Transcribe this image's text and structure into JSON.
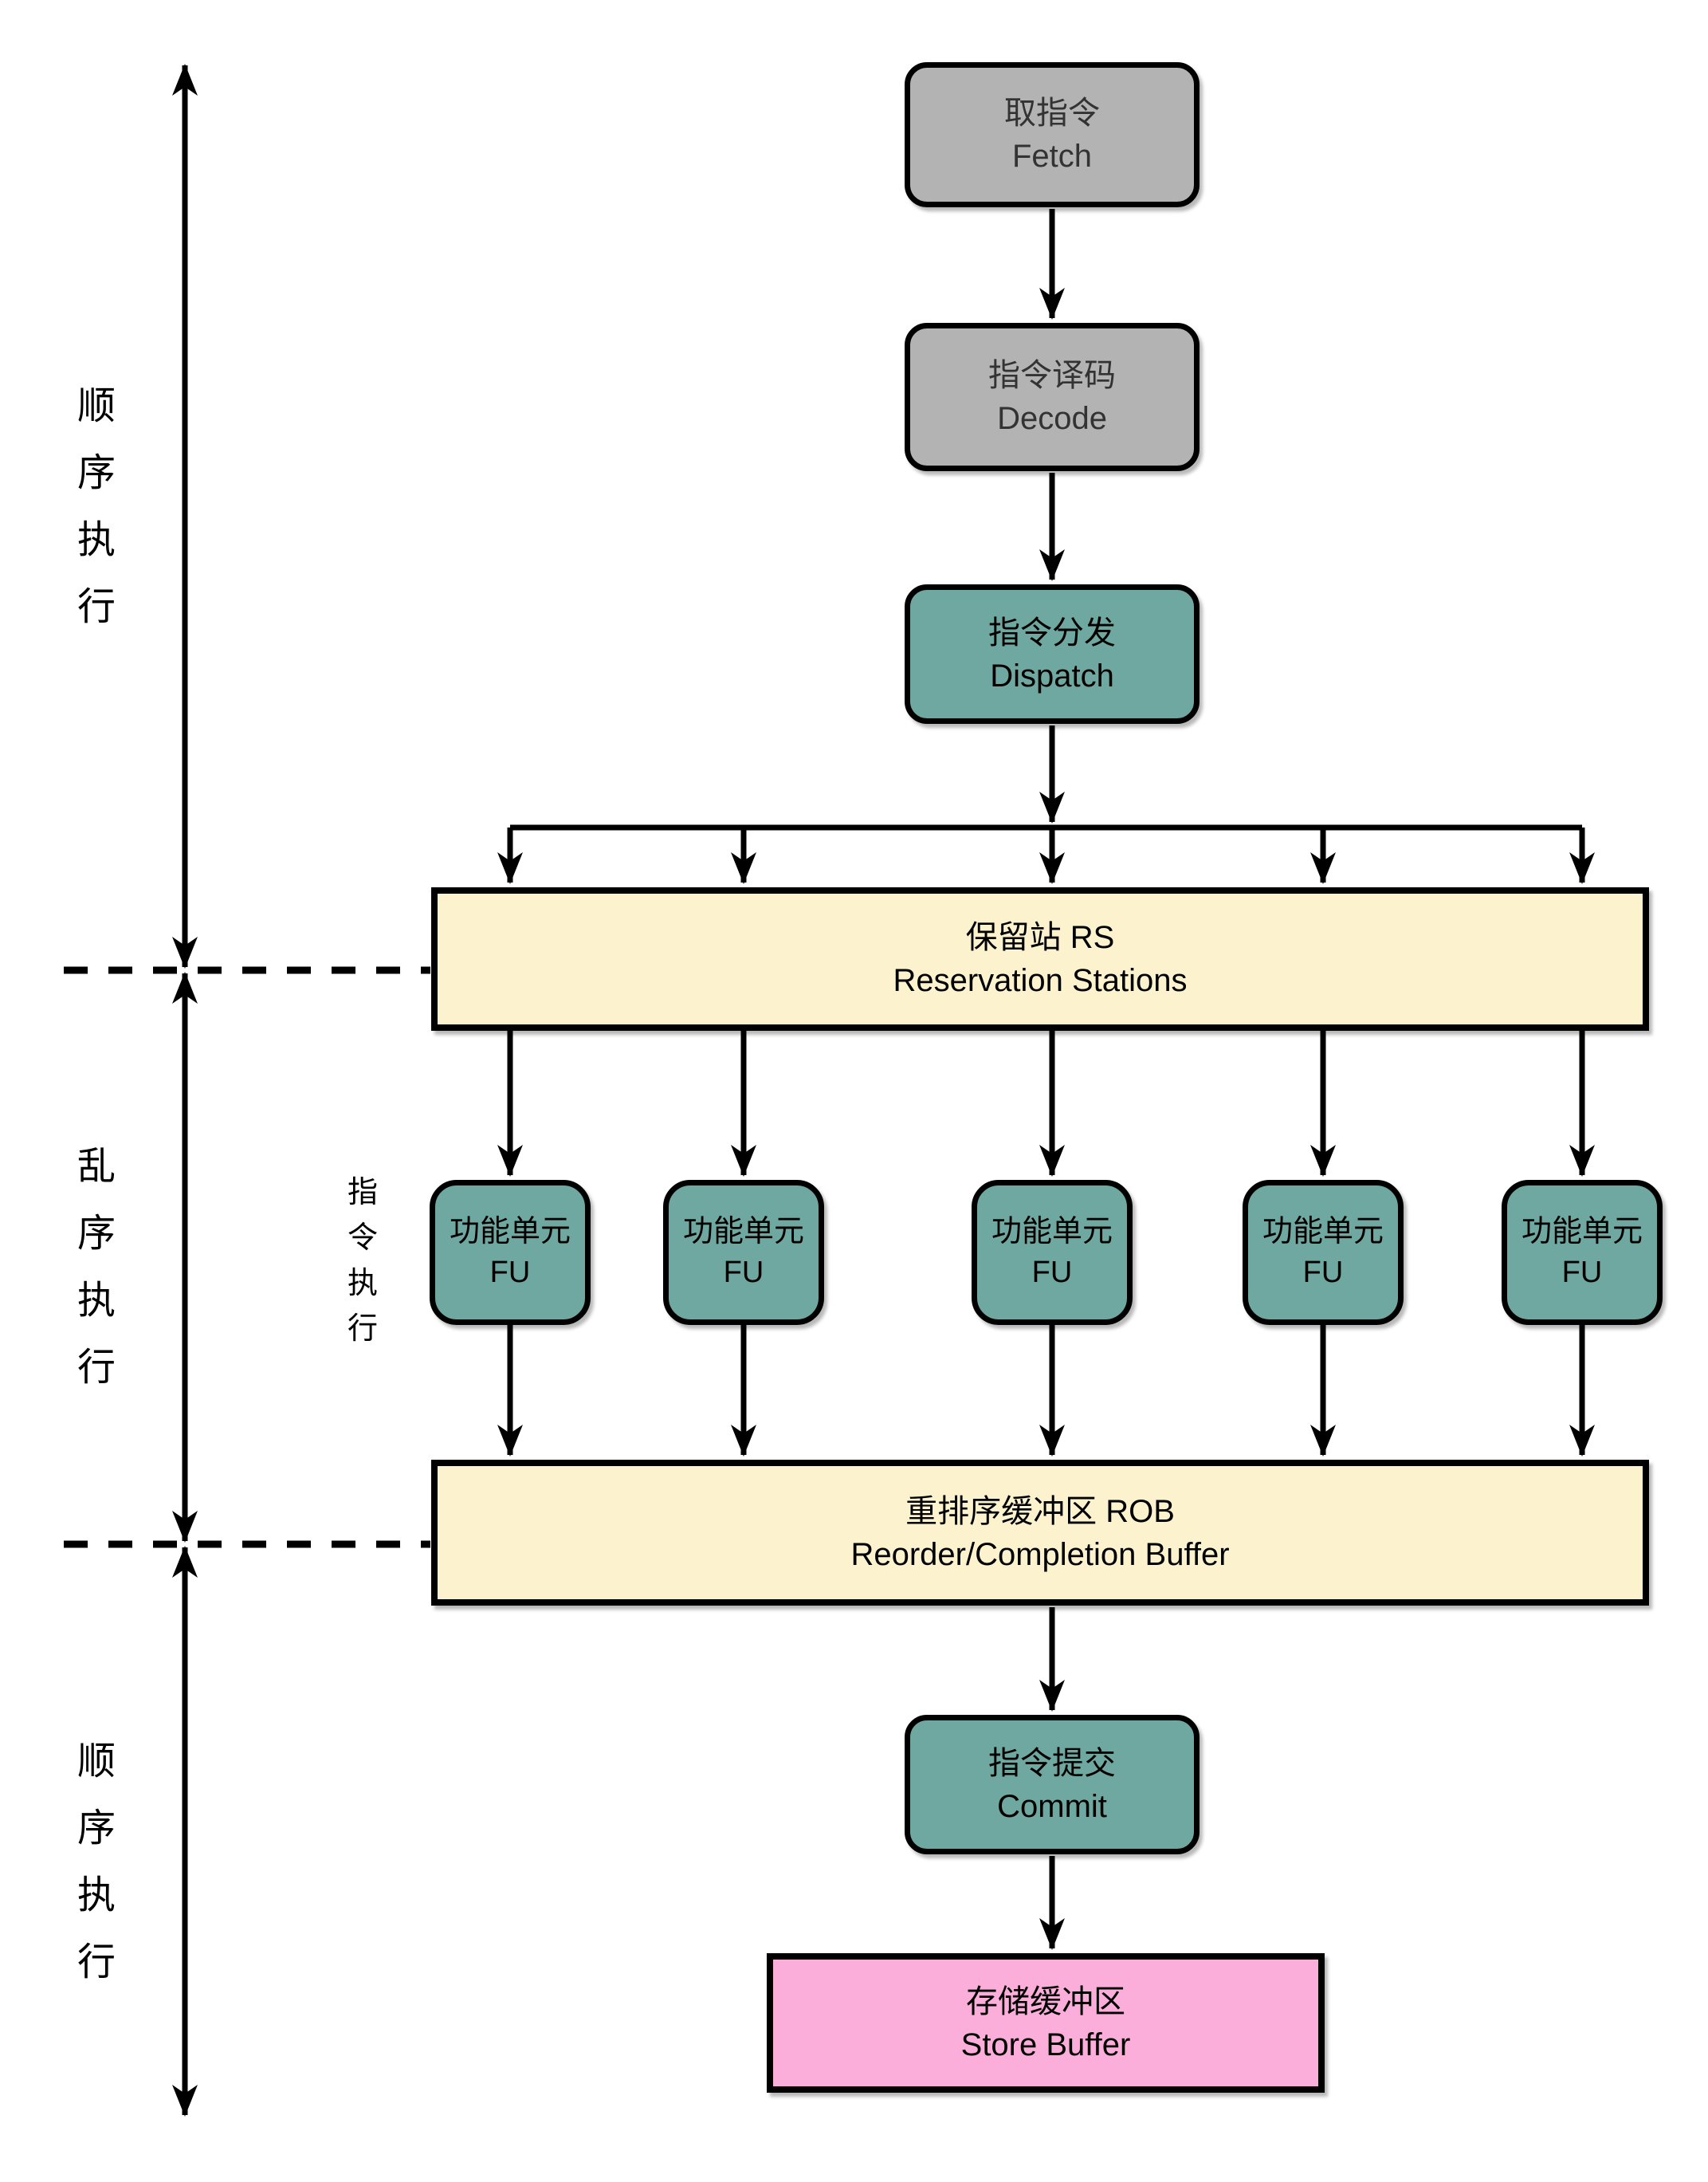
{
  "diagram": {
    "type": "cpu-pipeline-flowchart",
    "nodes": {
      "fetch": {
        "zh": "取指令",
        "en": "Fetch",
        "color": "#b3b3b3"
      },
      "decode": {
        "zh": "指令译码",
        "en": "Decode",
        "color": "#b3b3b3"
      },
      "dispatch": {
        "zh": "指令分发",
        "en": "Dispatch",
        "color": "#6fa8a0"
      },
      "rs": {
        "zh": "保留站 RS",
        "en": "Reservation Stations",
        "color": "#fdf2ce"
      },
      "fu": {
        "zh": "功能单元",
        "en": "FU",
        "color": "#6fa8a0",
        "count": 5
      },
      "rob": {
        "zh": "重排序缓冲区 ROB",
        "en": "Reorder/Completion Buffer",
        "color": "#fdf2ce"
      },
      "commit": {
        "zh": "指令提交",
        "en": "Commit",
        "color": "#6fa8a0"
      },
      "store": {
        "zh": "存储缓冲区",
        "en": "Store Buffer",
        "color": "#fcaedb"
      }
    },
    "side_labels": {
      "in_order_top": "顺序执行",
      "out_of_order": "乱序执行",
      "in_order_bottom": "顺序执行",
      "fu_exec": "指令执行"
    },
    "colors": {
      "line": "#000000",
      "gray": "#b3b3b3",
      "teal": "#6fa8a0",
      "cream": "#fdf2ce",
      "pink": "#fcaedb"
    }
  }
}
